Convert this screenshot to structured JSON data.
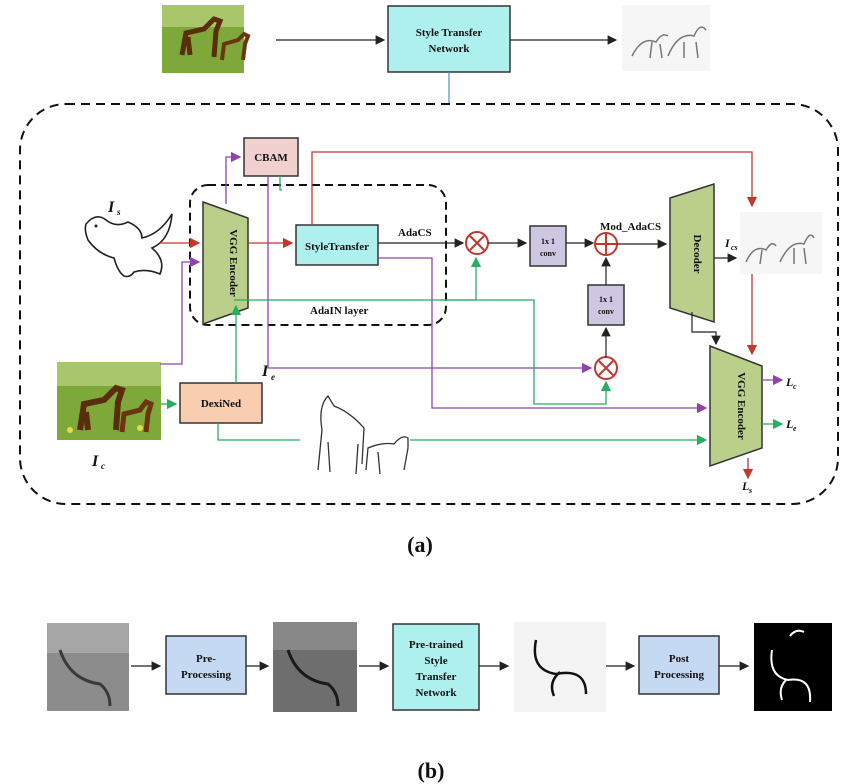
{
  "panel_a": {
    "caption": "(a)",
    "top_box": [
      "Style Transfer",
      "Network"
    ],
    "cbam": "CBAM",
    "vgg_left": "VGG Encoder",
    "vgg_right": "VGG Encoder",
    "style_transfer": "StyleTransfer",
    "adacs": "AdaCS",
    "adain": "AdaIN layer",
    "conv_top": [
      "1x 1",
      "conv"
    ],
    "conv_mid": [
      "1x 1",
      "conv"
    ],
    "mod_adacs": "Mod_AdaCS",
    "decoder": "Decoder",
    "dexined": "DexiNed",
    "i_s": "I",
    "i_s_sub": "s",
    "i_c": "I",
    "i_c_sub": "c",
    "i_e": "I",
    "i_e_sub": "e",
    "i_cs": "I",
    "i_cs_sub": "cs",
    "l_c": "L",
    "l_c_sub": "c",
    "l_e": "L",
    "l_e_sub": "e",
    "l_s": "L",
    "l_s_sub": "s"
  },
  "panel_b": {
    "caption": "(b)",
    "pre": [
      "Pre-",
      "Processing"
    ],
    "pretrained": [
      "Pre-trained",
      "Style",
      "Transfer",
      "Network"
    ],
    "post": [
      "Post",
      "Processing"
    ]
  },
  "colors": {
    "cyan_box": "#aef0ee",
    "blue_box": "#c5d9f2",
    "cbam": "#f2d0cf",
    "dexined": "#f9ceb0",
    "vgg": "#b9cf8a",
    "conv": "#cdc7e2",
    "red": "#c0392b",
    "purple": "#8e44ad",
    "green": "#27ae60",
    "grass": "#7fa83a"
  }
}
